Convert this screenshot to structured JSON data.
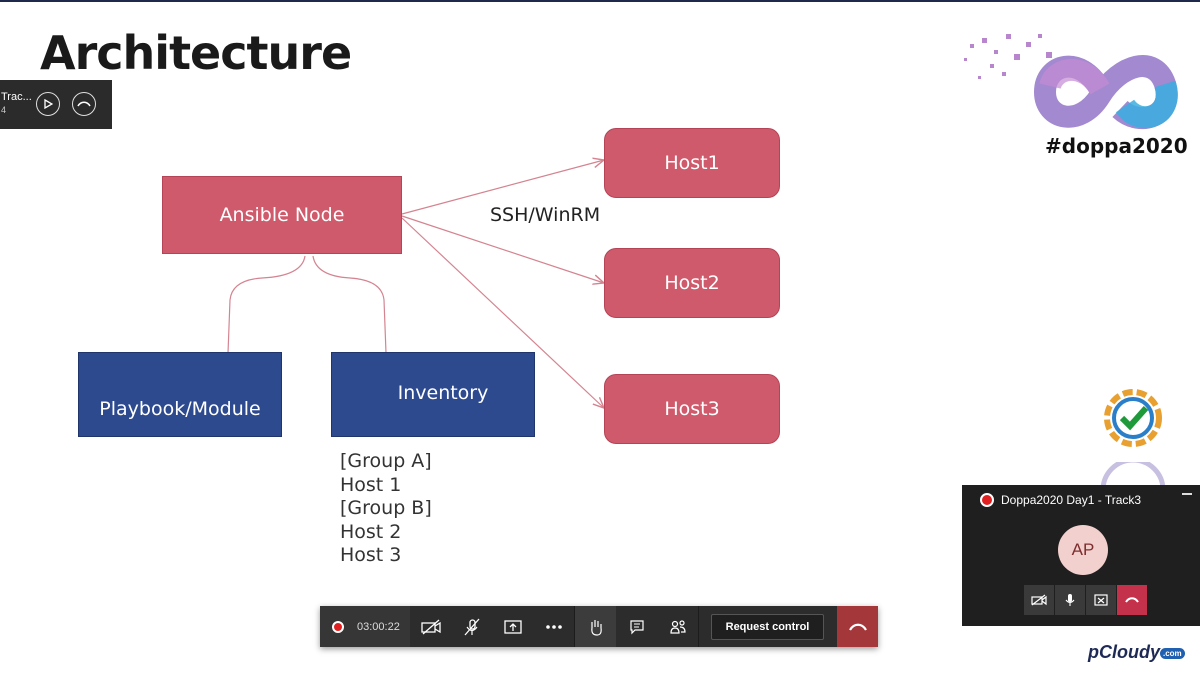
{
  "slide": {
    "title": "Architecture",
    "nodes": {
      "ansible": "Ansible Node",
      "playbook": "Playbook/Module",
      "inventory": "Inventory",
      "host1": "Host1",
      "host2": "Host2",
      "host3": "Host3"
    },
    "connection_label": "SSH/WinRM",
    "inventory_lines": [
      "[Group A]",
      "Host 1",
      "[Group B]",
      "Host 2",
      "Host 3"
    ],
    "hashtag": "#doppa2020",
    "colors": {
      "node_red": "#cf5a6b",
      "node_blue": "#2e4a8f"
    }
  },
  "mini_player": {
    "title": "Trac...",
    "subtitle": "4",
    "play_icon": "play-icon",
    "hangup_icon": "hangup-icon"
  },
  "call_window": {
    "title": "Doppa2020 Day1 - Track3",
    "avatar_initials": "AP",
    "controls": [
      "camera-off-icon",
      "mic-icon",
      "share-off-icon",
      "hangup-icon"
    ]
  },
  "toolbar": {
    "record_time": "03:00:22",
    "buttons": [
      "camera-off-icon",
      "mic-off-icon",
      "share-screen-icon",
      "more-icon",
      "raise-hand-icon",
      "chat-icon",
      "participants-icon"
    ],
    "request_control_label": "Request control",
    "hangup_icon": "hangup-icon",
    "accent_hangup": "#a4373a"
  },
  "branding": {
    "pcloudy": "pCloudy",
    "pcloudy_suffix": ".com"
  }
}
